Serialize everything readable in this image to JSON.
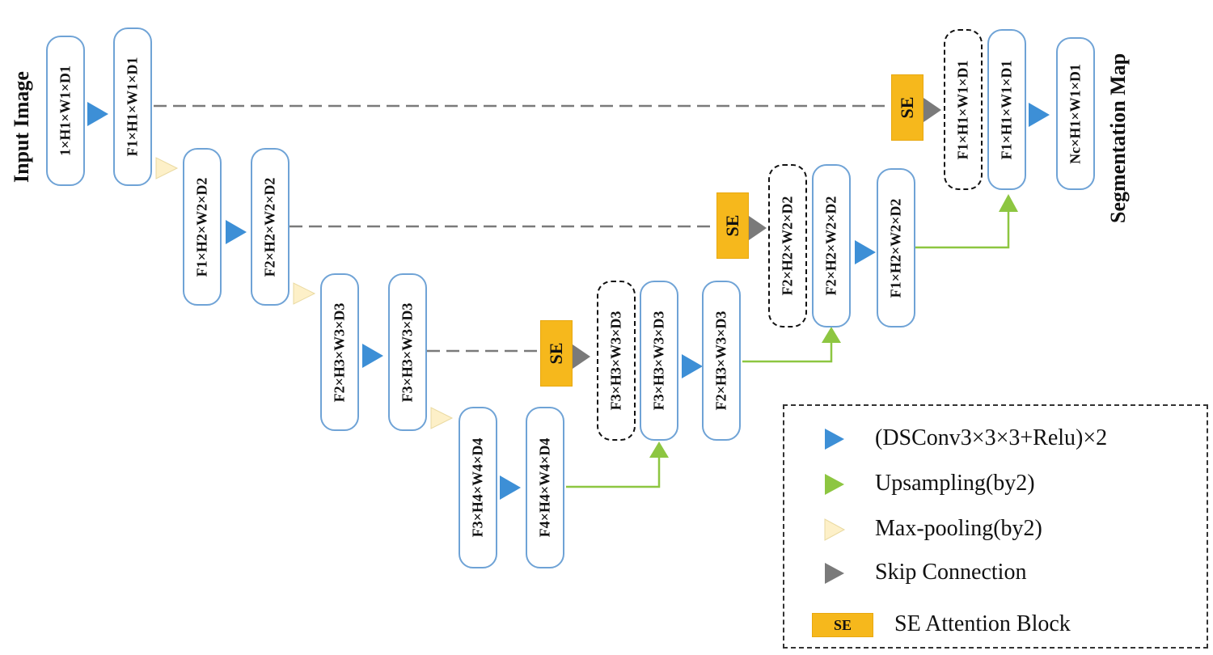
{
  "titles": {
    "input": "Input Image",
    "output": "Segmentation Map"
  },
  "blocks": {
    "b0": "1×H1×W1×D1",
    "b1": "F1×H1×W1×D1",
    "b2": "F1×H2×W2×D2",
    "b3": "F2×H2×W2×D2",
    "b4": "F2×H3×W3×D3",
    "b5": "F3×H3×W3×D3",
    "b6": "F3×H4×W4×D4",
    "b7": "F4×H4×W4×D4",
    "d3_skip": "F3×H3×W3×D3",
    "d3_up": "F3×H3×W3×D3",
    "d3_out": "F2×H3×W3×D3",
    "d2_skip": "F2×H2×W2×D2",
    "d2_up": "F2×H2×W2×D2",
    "d2_out": "F1×H2×W2×D2",
    "d1_skip": "F1×H1×W1×D1",
    "d1_up": "F1×H1×W1×D1",
    "out": "Nc×H1×W1×D1"
  },
  "se_label": "SE",
  "legend": {
    "conv": "(DSConv3×3×3+Relu)×2",
    "upsampling": "Upsampling(by2)",
    "maxpool": "Max-pooling(by2)",
    "skip": "Skip Connection",
    "se_badge": "SE",
    "se": "SE Attention Block"
  },
  "colors": {
    "box_border": "#6fa3d6",
    "conv_arrow": "#3d8fd6",
    "upsample_line": "#8dc641",
    "maxpool_arrow": "#fdf0c8",
    "skip_arrow": "#7a7a7a",
    "se_block": "#f6b81c"
  }
}
